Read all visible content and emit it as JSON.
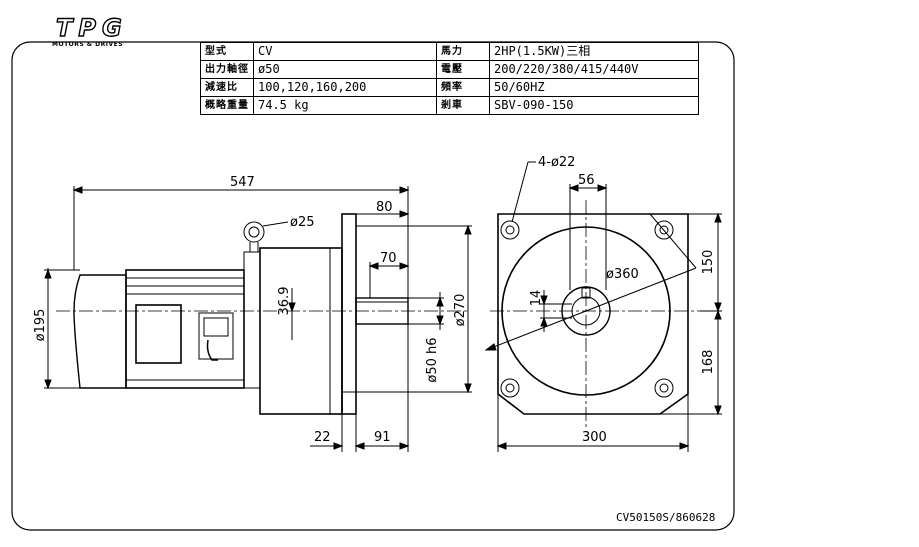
{
  "logo": {
    "brand": "TPG",
    "tagline": "MOTORS & DRIVES"
  },
  "specs": {
    "rows": [
      {
        "label1": "型式",
        "value1": "CV",
        "label2": "馬力",
        "value2": "2HP(1.5KW)三相"
      },
      {
        "label1": "出力軸徑",
        "value1": "ø50",
        "label2": "電壓",
        "value2": "200/220/380/415/440V"
      },
      {
        "label1": "減速比",
        "value1": "100,120,160,200",
        "label2": "頻率",
        "value2": "50/60HZ"
      },
      {
        "label1": "概略重量",
        "value1": "74.5 kg",
        "label2": "剎車",
        "value2": "SBV-090-150"
      }
    ]
  },
  "dimensions": {
    "overall_length": "547",
    "eyebolt": "ø25",
    "flange_to_shaft": "80",
    "shaft_len": "70",
    "shaft_offset": "36.9",
    "motor_dia": "ø195",
    "housing_dia": "ø270",
    "shaft_dia": "ø50 h6",
    "flange_thk": "22",
    "flange_proj": "91",
    "holes": "4-ø22",
    "key_width": "56",
    "pcd": "ø360",
    "key_height": "14",
    "upper_h": "150",
    "lower_h": "168",
    "base_w": "300"
  },
  "doc_number": "CV50150S/860628"
}
